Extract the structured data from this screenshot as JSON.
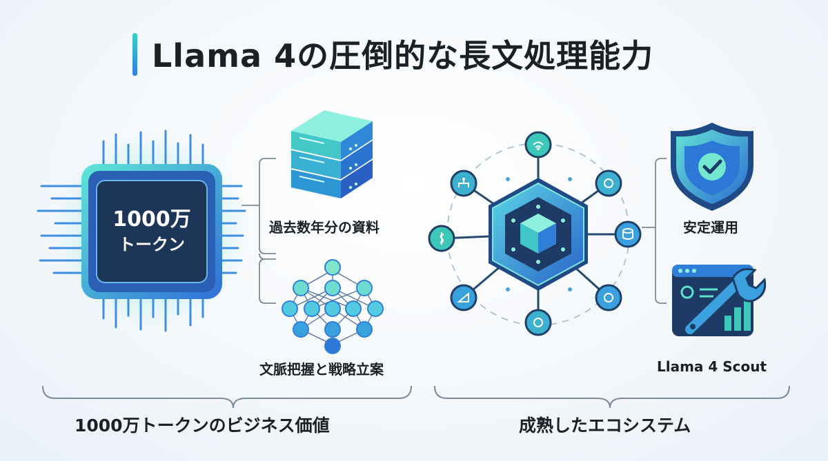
{
  "title": "Llama 4の圧倒的な長文処理能力",
  "chip": {
    "line1": "1000万",
    "line2": "トークン"
  },
  "left_items": [
    "過去数年分の資料",
    "文脈把握と戦略立案"
  ],
  "left_caption": "1000万トークンのビジネス価値",
  "right_items": [
    "安定運用",
    "Llama 4 Scout"
  ],
  "right_caption": "成熟したエコシステム",
  "colors": {
    "accent_teal": "#36d1c4",
    "accent_blue": "#2f7fe0",
    "navy": "#1e3a5f",
    "connector": "#7b8a99"
  },
  "icons": [
    "chip-icon",
    "server-stack-icon",
    "neural-network-icon",
    "hexagon-cube-icon",
    "shield-check-icon",
    "wrench-window-icon"
  ]
}
